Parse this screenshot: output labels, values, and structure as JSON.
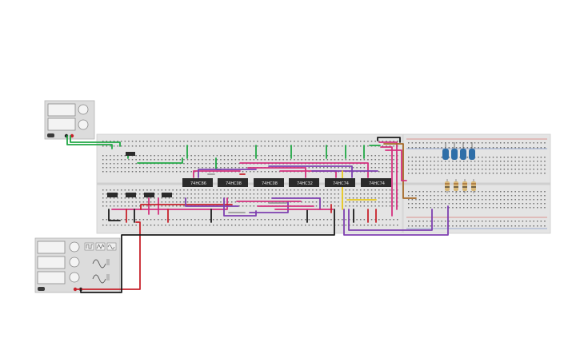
{
  "colors": {
    "background": "#ffffff",
    "board": "#e3e3e3",
    "board_edge": "#cfcfcf",
    "hole": "#6f6f6f",
    "rail_red": "#d0443a",
    "rail_blue": "#4a6fb5",
    "chip": "#2b2b2b",
    "wire_green": "#21a845",
    "wire_magenta": "#d4317e",
    "wire_purple": "#7e3fb0",
    "wire_red": "#c8222b",
    "wire_black": "#1b1b1b",
    "wire_yellow": "#e8c81c",
    "wire_gray": "#9a9a9a",
    "wire_brown": "#a66a28",
    "led_blue": "#2f6fa8",
    "instrument_body": "#d8d8d8",
    "instrument_screen": "#f2f2f2"
  },
  "chips": [
    {
      "label": "74HC86"
    },
    {
      "label": "74HC08"
    },
    {
      "label": "74HC08"
    },
    {
      "label": "74HC32"
    },
    {
      "label": "74HC74"
    },
    {
      "label": "74HC74"
    }
  ],
  "components": {
    "power_supply": {
      "icon": "power-supply-icon"
    },
    "function_generator": {
      "icon": "function-generator-icon",
      "waveforms": [
        "square-wave-icon",
        "triangle-wave-icon",
        "sine-wave-icon"
      ]
    },
    "switch_count": 5,
    "led_count": 4,
    "resistor_count": 4
  }
}
